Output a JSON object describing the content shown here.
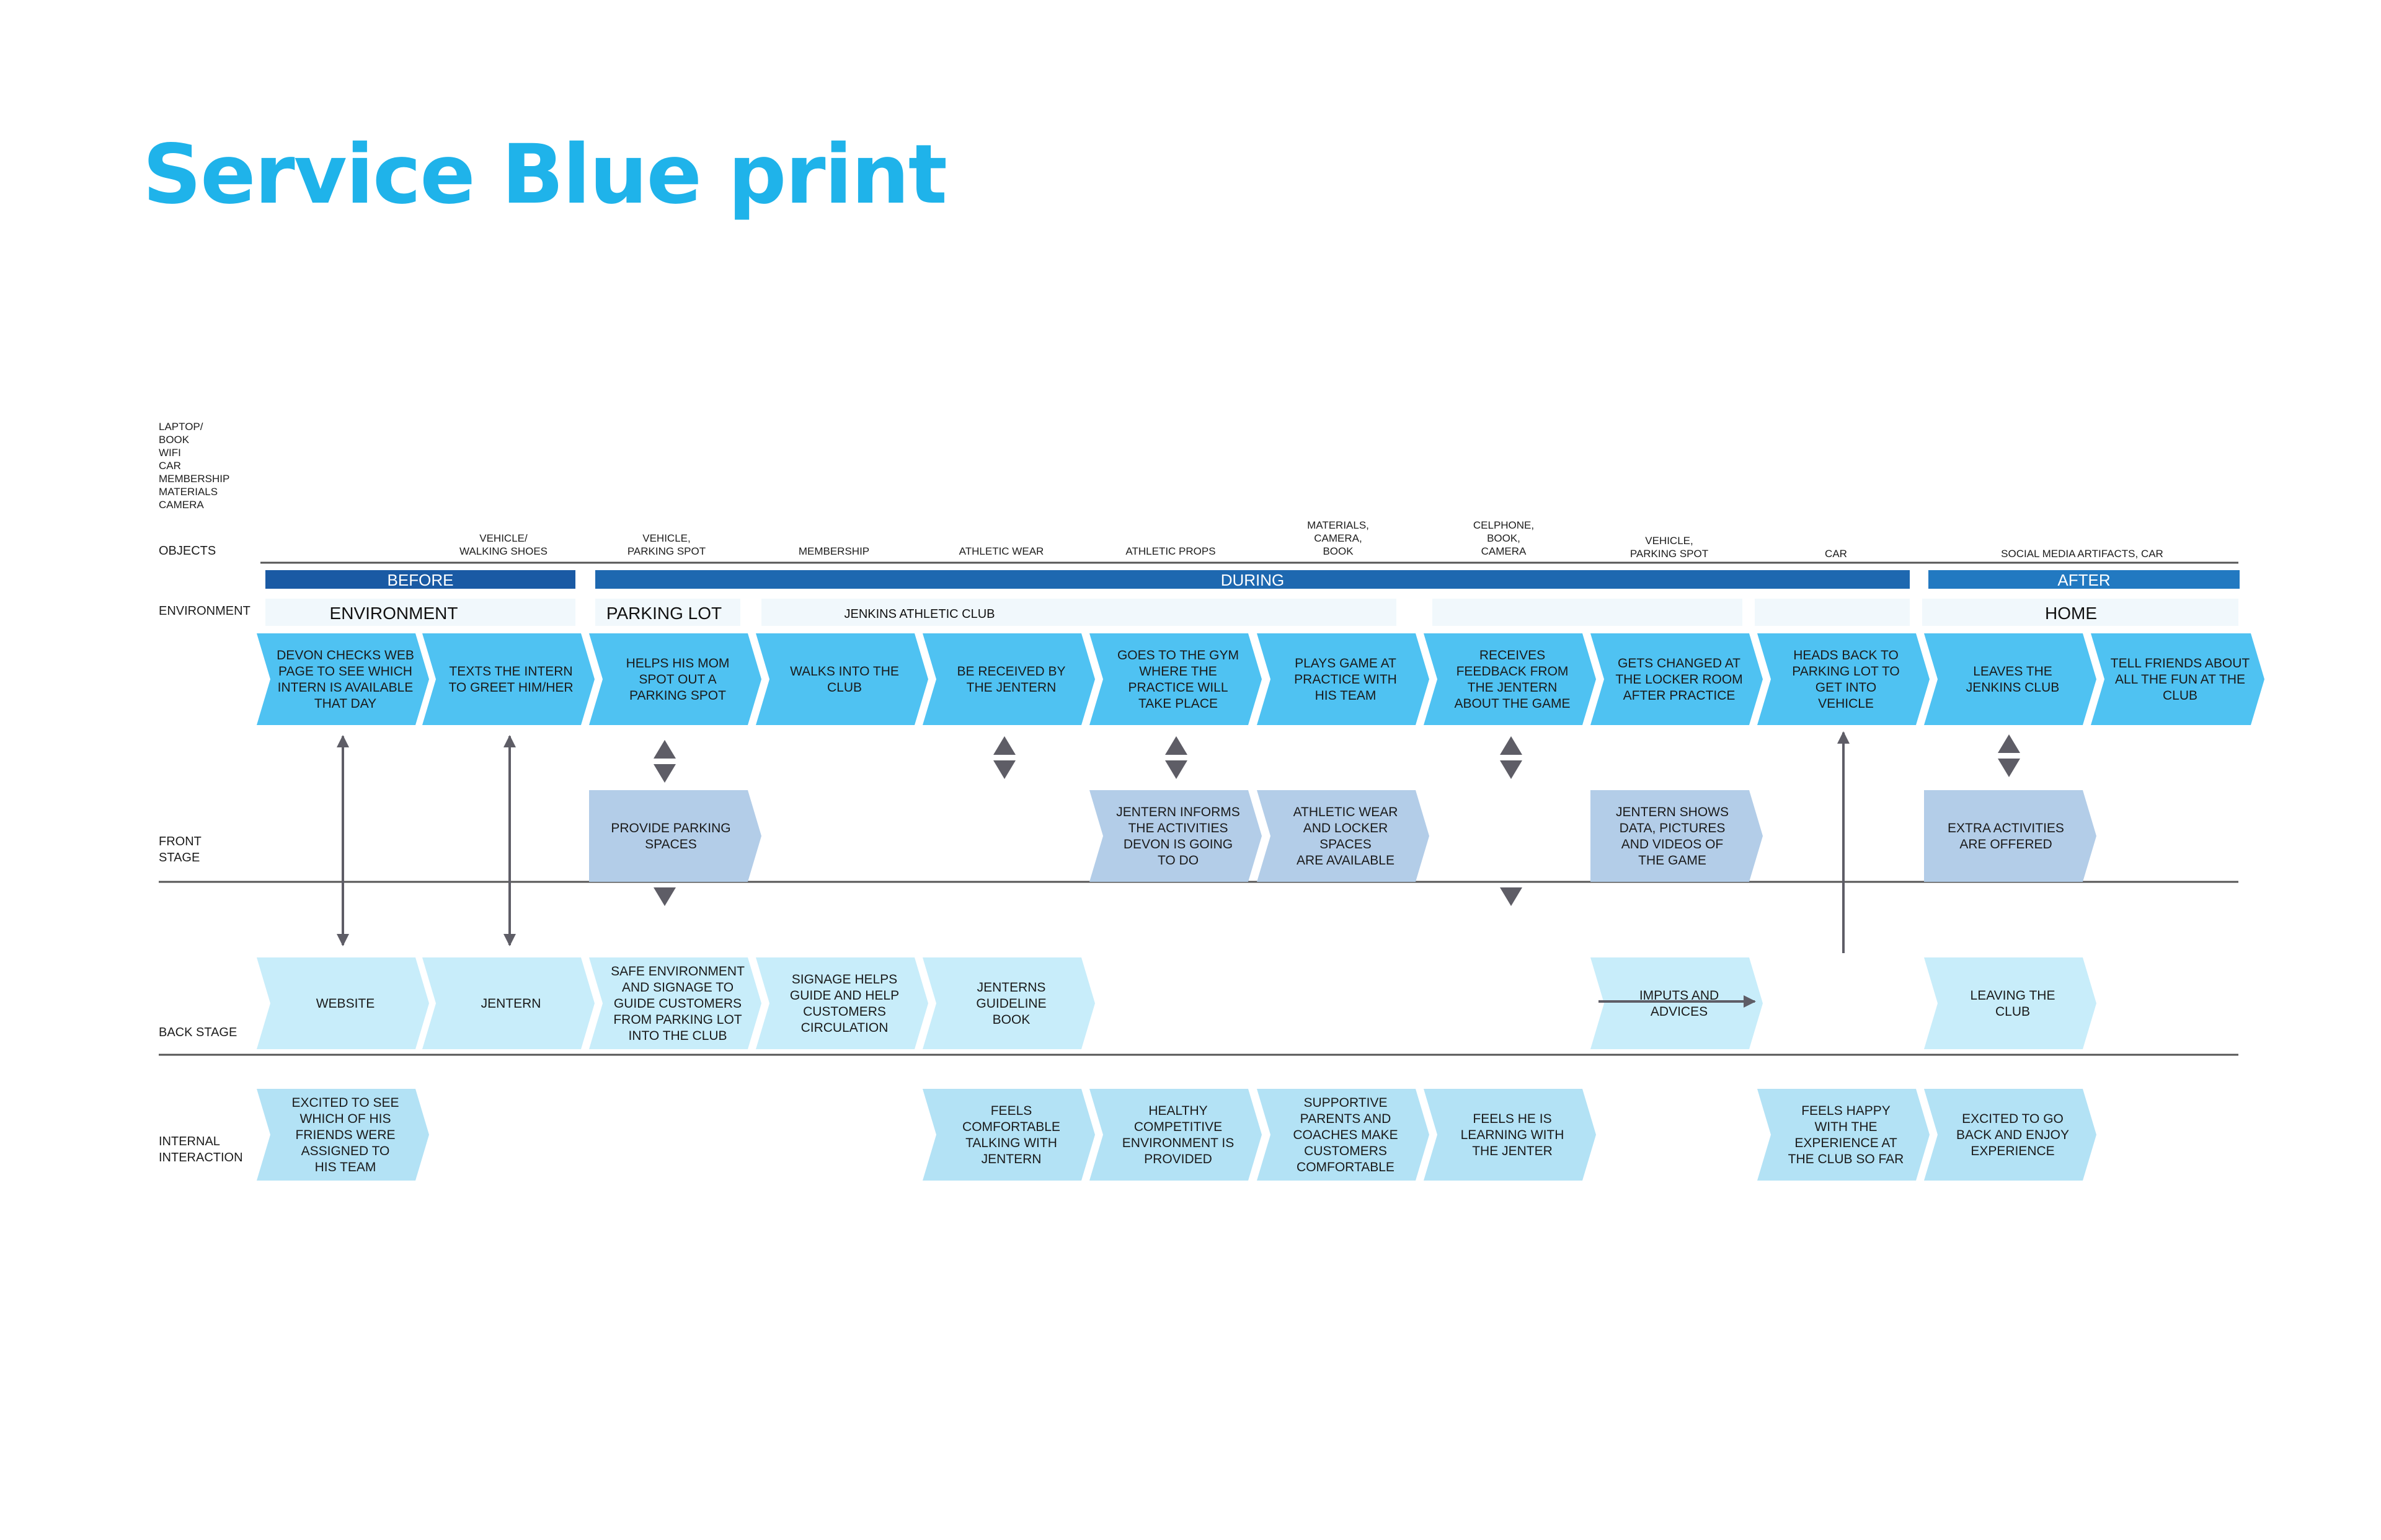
{
  "title": "Service Blue print",
  "colors": {
    "title": "#1fb3ea",
    "phase_before": "#1a5aa4",
    "phase_during": "#1e68b0",
    "phase_after": "#2279c1",
    "customer_action": "#4fc2f2",
    "front_stage": "#b3cde8",
    "back_stage": "#c8edfa",
    "internal": "#b3e2f5",
    "env_band": "#f1f8fc",
    "arrow": "#5e5d66"
  },
  "row_labels": {
    "objects": "OBJECTS",
    "environment": "ENVIRONMENT",
    "front_stage": [
      "FRONT",
      "STAGE"
    ],
    "back_stage": "BACK STAGE",
    "internal": [
      "INTERNAL",
      "INTERACTION"
    ]
  },
  "objects": [
    [
      "LAPTOP/",
      "BOOK",
      "WIFI",
      "CAR",
      "MEMBERSHIP",
      "MATERIALS",
      "CAMERA"
    ],
    [
      "VEHICLE/",
      "WALKING SHOES"
    ],
    [
      "VEHICLE,",
      "PARKING SPOT"
    ],
    [
      "MEMBERSHIP"
    ],
    [
      "ATHLETIC WEAR"
    ],
    [
      "ATHLETIC PROPS"
    ],
    [
      "MATERIALS,",
      "CAMERA,",
      "BOOK"
    ],
    [
      "CELPHONE,",
      "BOOK,",
      "CAMERA"
    ],
    [
      "VEHICLE,",
      "PARKING SPOT"
    ],
    [
      "CAR"
    ],
    [
      "SOCIAL MEDIA ARTIFACTS, CAR"
    ]
  ],
  "phases": [
    "BEFORE",
    "DURING",
    "AFTER"
  ],
  "environments": [
    "ENVIRONMENT",
    "PARKING LOT",
    "JENKINS ATHLETIC CLUB",
    "HOME"
  ],
  "customer_actions": [
    [
      "DEVON CHECKS WEB",
      "PAGE TO SEE WHICH",
      "INTERN IS AVAILABLE",
      "THAT DAY"
    ],
    [
      "TEXTS THE INTERN",
      "TO GREET HIM/HER"
    ],
    [
      "HELPS HIS MOM",
      "SPOT OUT A",
      "PARKING SPOT"
    ],
    [
      "WALKS INTO THE",
      "CLUB"
    ],
    [
      "BE RECEIVED BY",
      "THE JENTERN"
    ],
    [
      "GOES TO THE GYM",
      "WHERE THE",
      "PRACTICE WILL",
      "TAKE PLACE"
    ],
    [
      "PLAYS GAME AT",
      "PRACTICE WITH",
      "HIS TEAM"
    ],
    [
      "RECEIVES",
      "FEEDBACK FROM",
      "THE JENTERN",
      "ABOUT THE GAME"
    ],
    [
      "GETS CHANGED AT",
      "THE LOCKER ROOM",
      "AFTER PRACTICE"
    ],
    [
      "HEADS BACK TO",
      "PARKING LOT TO",
      "GET INTO",
      "VEHICLE"
    ],
    [
      "LEAVES THE",
      "JENKINS CLUB"
    ],
    [
      "TELL FRIENDS ABOUT",
      "ALL THE FUN AT THE",
      "CLUB"
    ]
  ],
  "front_stage": [
    [
      "PROVIDE PARKING",
      "SPACES"
    ],
    [
      "JENTERN INFORMS",
      "THE ACTIVITIES",
      "DEVON IS GOING",
      "TO DO"
    ],
    [
      "ATHLETIC WEAR",
      "AND LOCKER",
      "SPACES",
      "ARE AVAILABLE"
    ],
    [
      "JENTERN SHOWS",
      "DATA, PICTURES",
      "AND VIDEOS OF",
      "THE GAME"
    ],
    [
      "EXTRA ACTIVITIES",
      "ARE OFFERED"
    ]
  ],
  "back_stage": [
    [
      "WEBSITE"
    ],
    [
      "JENTERN"
    ],
    [
      "SAFE ENVIRONMENT",
      "AND SIGNAGE TO",
      "GUIDE CUSTOMERS",
      "FROM PARKING LOT",
      "INTO THE CLUB"
    ],
    [
      "SIGNAGE HELPS",
      "GUIDE AND HELP",
      "CUSTOMERS",
      "CIRCULATION"
    ],
    [
      "JENTERNS",
      "GUIDELINE",
      "BOOK"
    ],
    [
      "IMPUTS AND",
      "ADVICES"
    ],
    [
      "LEAVING THE",
      "CLUB"
    ]
  ],
  "internal": [
    [
      "EXCITED TO SEE",
      "WHICH OF HIS",
      "FRIENDS WERE",
      "ASSIGNED TO",
      "HIS TEAM"
    ],
    [
      "FEELS",
      "COMFORTABLE",
      "TALKING WITH",
      "JENTERN"
    ],
    [
      "HEALTHY",
      "COMPETITIVE",
      "ENVIRONMENT IS",
      "PROVIDED"
    ],
    [
      "SUPPORTIVE",
      "PARENTS AND",
      "COACHES MAKE",
      "CUSTOMERS",
      "COMFORTABLE"
    ],
    [
      "FEELS HE IS",
      "LEARNING WITH",
      "THE JENTER"
    ],
    [
      "FEELS HAPPY",
      "WITH THE",
      "EXPERIENCE AT",
      "THE CLUB SO FAR"
    ],
    [
      "EXCITED TO GO",
      "BACK AND ENJOY",
      "EXPERIENCE"
    ]
  ]
}
